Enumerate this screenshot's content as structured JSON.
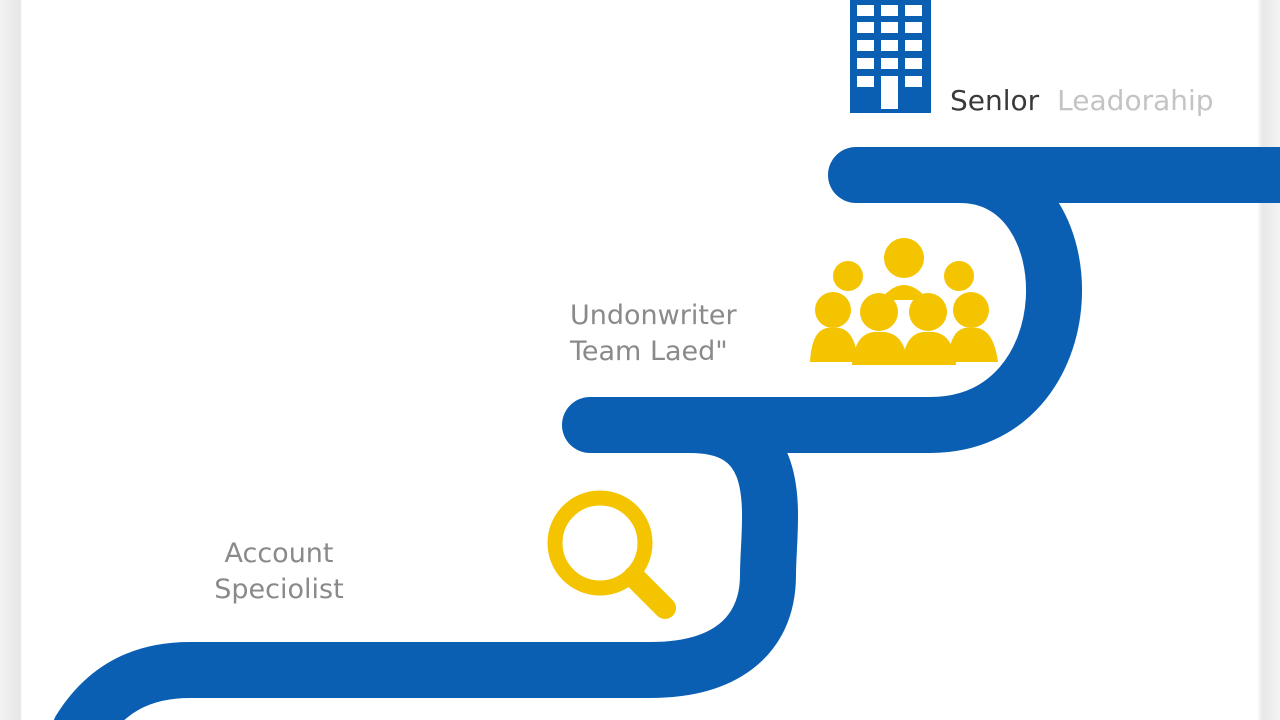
{
  "colors": {
    "path": "#0b5fb3",
    "accent": "#f5c400",
    "text": "#8a8a8a"
  },
  "steps": [
    {
      "title_line1": "Account",
      "title_line2": "Speciolist",
      "icon": "magnifier-icon"
    },
    {
      "title_line1": "Undonwriter",
      "title_line2": "Team Laed\"",
      "icon": "team-icon"
    },
    {
      "title_word1": "Senlor",
      "title_word2": "Leadorahip",
      "icon": "building-icon"
    }
  ]
}
